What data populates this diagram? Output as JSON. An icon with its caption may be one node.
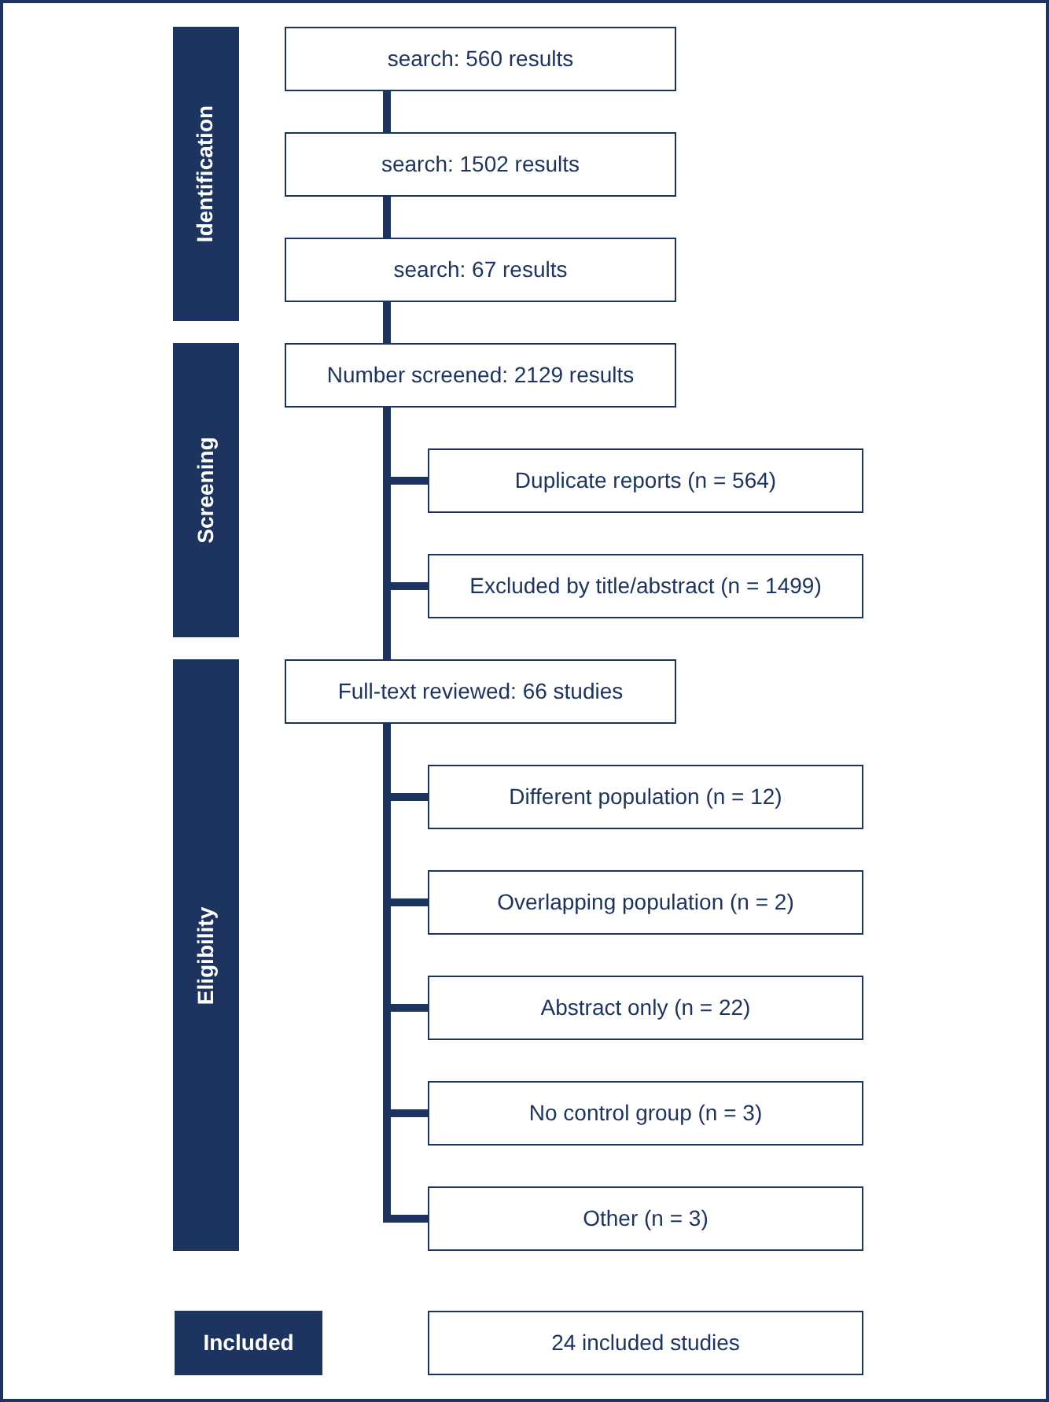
{
  "diagram": {
    "nodes": [
      {
        "text": [
          "Identification"
        ]
      },
      {
        "text": [
          "search: 560 results"
        ]
      },
      {
        "text": [
          "search: 1502 results"
        ]
      },
      {
        "text": [
          "search: 67 results"
        ]
      },
      {
        "text": [
          "Screening"
        ]
      },
      {
        "text": [
          "Number screened: 2129 results"
        ]
      },
      {
        "text": [
          "Duplicate reports (n = 564)"
        ]
      },
      {
        "text": [
          "Excluded by title/abstract (n = 1499)"
        ]
      },
      {
        "text": [
          "Eligibility"
        ]
      },
      {
        "text": [
          "Full-text reviewed: 66 studies"
        ]
      },
      {
        "text": [
          "Different population (n = 12)"
        ]
      },
      {
        "text": [
          "Overlapping population (n = 2)"
        ]
      },
      {
        "text": [
          "Abstract only (n = 22)"
        ]
      },
      {
        "text": [
          "No control group (n = 3)"
        ]
      },
      {
        "text": [
          "Other (n = 3)"
        ]
      },
      {
        "text": [
          "Included"
        ]
      },
      {
        "text": [
          "24 included studies"
        ]
      }
    ],
    "edges": [
      {
        "from": 1,
        "to": 2,
        "arrow": "none"
      },
      {
        "from": 2,
        "to": 3,
        "arrow": "none"
      },
      {
        "from": 3,
        "to": 5,
        "arrow": "none"
      },
      {
        "from": 5,
        "to": 6,
        "arrow": "none"
      },
      {
        "from": 5,
        "to": 7,
        "arrow": "none"
      },
      {
        "from": 5,
        "to": 9,
        "arrow": "none"
      },
      {
        "from": 9,
        "to": 10,
        "arrow": "none"
      },
      {
        "from": 9,
        "to": 11,
        "arrow": "none"
      },
      {
        "from": 9,
        "to": 12,
        "arrow": "none"
      },
      {
        "from": 9,
        "to": 13,
        "arrow": "none"
      },
      {
        "from": 9,
        "to": 14,
        "arrow": "none"
      }
    ]
  }
}
